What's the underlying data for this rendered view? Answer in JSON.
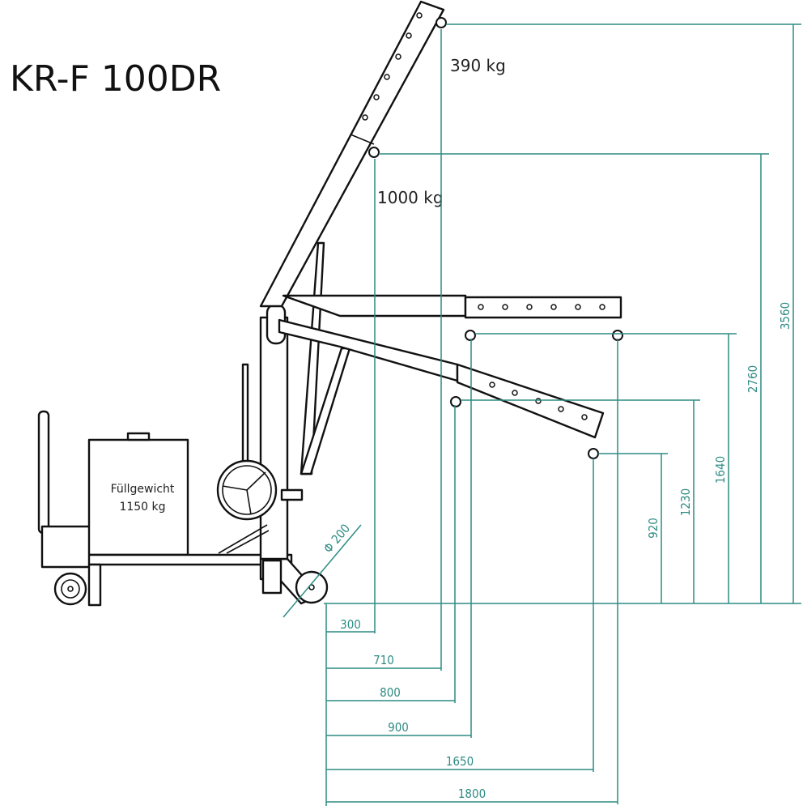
{
  "title": "KR-F 100DR",
  "load_labels": {
    "top": "390 kg",
    "mid": "1000 kg"
  },
  "counterweight": {
    "line1": "Füllgewicht",
    "line2": "1150 kg"
  },
  "wheel_diameter": "Φ 200",
  "heights": {
    "h3560": "3560",
    "h2760": "2760",
    "h1640": "1640",
    "h1230": "1230",
    "h920": "920"
  },
  "reaches": {
    "r300": "300",
    "r710": "710",
    "r800": "800",
    "r900": "900",
    "r1650": "1650",
    "r1800": "1800"
  },
  "colors": {
    "dimension": "#2f8c84",
    "drawing": "#111111"
  }
}
